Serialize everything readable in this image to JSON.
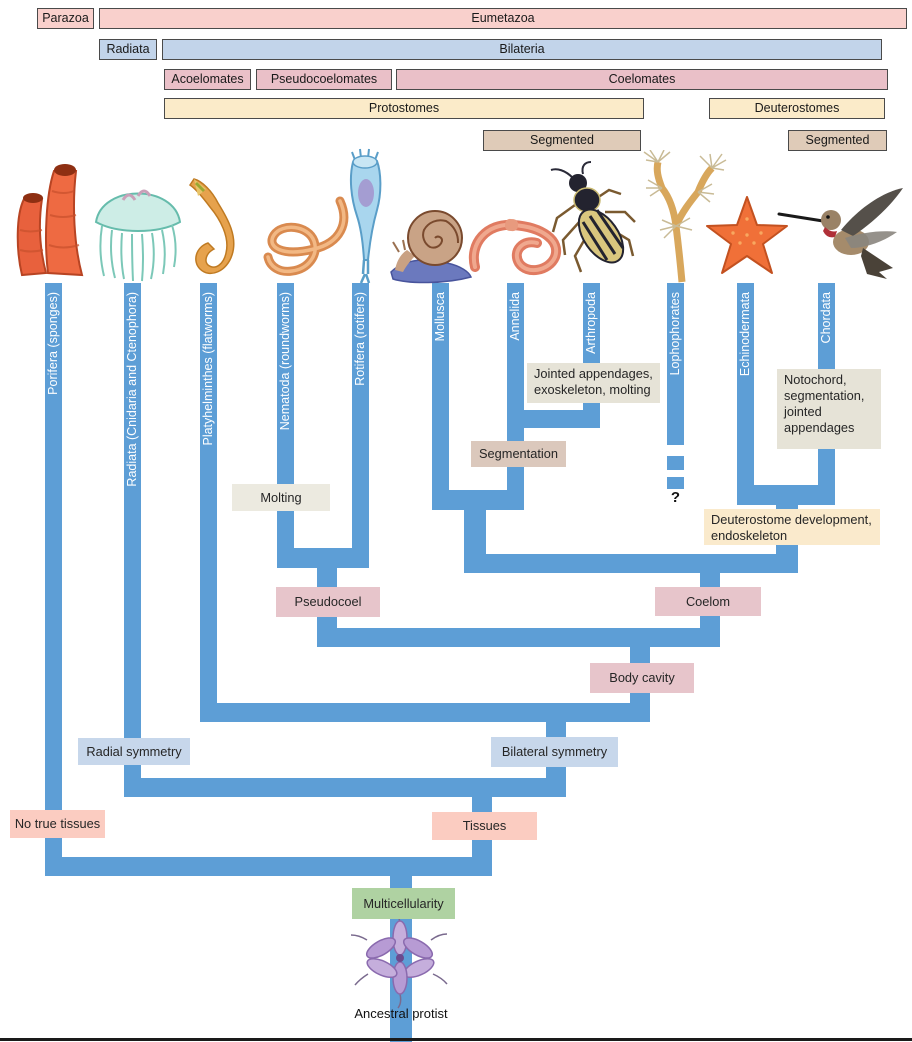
{
  "bars": {
    "parazoa": "Parazoa",
    "eumetazoa": "Eumetazoa",
    "radiata": "Radiata",
    "bilateria": "Bilateria",
    "acoelomates": "Acoelomates",
    "pseudocoelomates": "Pseudocoelomates",
    "coelomates": "Coelomates",
    "protostomes": "Protostomes",
    "deuterostomes": "Deuterostomes",
    "segmented_protostome": "Segmented",
    "segmented_deuterostome": "Segmented"
  },
  "taxa": [
    {
      "label": "Porifera (sponges)",
      "animal": "sponge"
    },
    {
      "label": "Radiata (Cnidaria and Ctenophora)",
      "animal": "jellyfish"
    },
    {
      "label": "Platyhelminthes (flatworms)",
      "animal": "flatworm"
    },
    {
      "label": "Nematoda (roundworms)",
      "animal": "roundworm"
    },
    {
      "label": "Rotifera (rotifers)",
      "animal": "rotifer"
    },
    {
      "label": "Mollusca",
      "animal": "snail"
    },
    {
      "label": "Annelida",
      "animal": "earthworm"
    },
    {
      "label": "Arthropoda",
      "animal": "beetle"
    },
    {
      "label": "Lophophorates",
      "animal": "lophophorate"
    },
    {
      "label": "Echinodermata",
      "animal": "sea-star"
    },
    {
      "label": "Chordata",
      "animal": "hummingbird"
    }
  ],
  "traits": {
    "jointed_appendages": "Jointed appendages,\nexoskeleton, molting",
    "segmentation": "Segmentation",
    "molting": "Molting",
    "notochord": "Notochord,\nsegmentation,\njointed\nappendages",
    "deuterostome_development": "Deuterostome development,\nendoskeleton",
    "pseudocoel": "Pseudocoel",
    "coelom": "Coelom",
    "body_cavity": "Body cavity",
    "radial_symmetry": "Radial symmetry",
    "bilateral_symmetry": "Bilateral symmetry",
    "no_true_tissues": "No true tissues",
    "tissues": "Tissues",
    "multicellularity": "Multicellularity"
  },
  "root_label": "Ancestral protist",
  "uncertain_placement": "?",
  "colors": {
    "branch_blue": "#5D9ED6",
    "bar_pink": "#F9D0CC",
    "bar_blue": "#C2D4EA",
    "bar_mauve": "#EAC0C8",
    "bar_cream": "#FBEBC9",
    "bar_tan": "#DFCBB8",
    "box_gray_green": "#E6E3D7",
    "box_molting": "#ECEAE0",
    "box_tan": "#DBC8BC",
    "box_cream": "#FAEACC",
    "box_pink": "#E7C5CB",
    "box_blue": "#C7D7EB",
    "box_salmon": "#FBCCC1",
    "box_green": "#AFD2A2"
  }
}
